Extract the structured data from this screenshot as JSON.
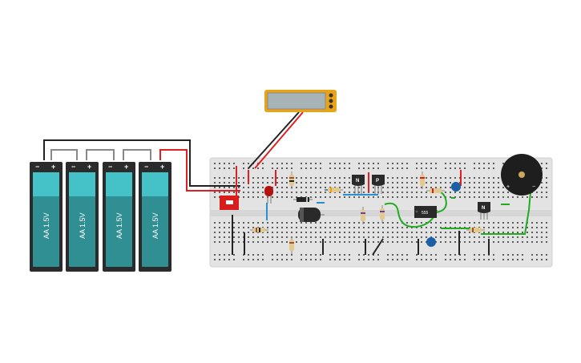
{
  "batteries": [
    {
      "label": "AA 1.5V",
      "minus": "−",
      "plus": "+"
    },
    {
      "label": "AA 1.5V",
      "minus": "−",
      "plus": "+"
    },
    {
      "label": "AA 1.5V",
      "minus": "−",
      "plus": "+"
    },
    {
      "label": "AA 1.5V",
      "minus": "−",
      "plus": "+"
    }
  ],
  "chip": {
    "label": "555"
  },
  "transistors": [
    {
      "label": "N"
    },
    {
      "label": "P"
    },
    {
      "label": "N"
    }
  ],
  "buzzer": {
    "plus": "+",
    "minus": "−"
  },
  "colors": {
    "breadboard": "#e3e3e3",
    "battery_body": "#2b2b2b",
    "battery_cell": "#3aa9ad",
    "wire_red": "#e02020",
    "wire_black": "#222222",
    "wire_green": "#22aa22",
    "wire_blue": "#2b8fd0",
    "multimeter": "#e8a317",
    "switch": "#d81c1c"
  }
}
